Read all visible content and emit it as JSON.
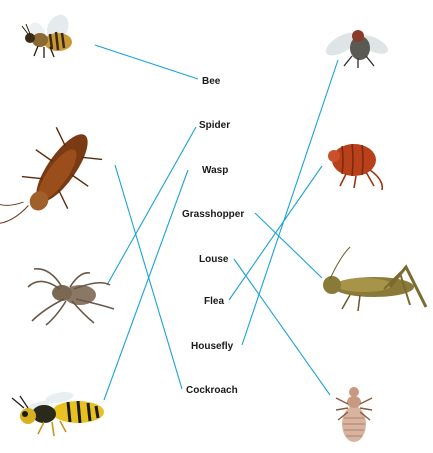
{
  "labels": {
    "bee": "Bee",
    "spider": "Spider",
    "wasp": "Wasp",
    "grasshopper": "Grasshopper",
    "louse": "Louse",
    "flea": "Flea",
    "housefly": "Housefly",
    "cockroach": "Cockroach"
  },
  "left_pictures": [
    "bee",
    "cockroach",
    "spider",
    "wasp"
  ],
  "right_pictures": [
    "housefly",
    "flea",
    "grasshopper",
    "louse"
  ],
  "connections": [
    {
      "picture": "bee",
      "label": "bee"
    },
    {
      "picture": "spider",
      "label": "spider"
    },
    {
      "picture": "wasp",
      "label": "wasp"
    },
    {
      "picture": "grasshopper",
      "label": "grasshopper"
    },
    {
      "picture": "louse",
      "label": "louse"
    },
    {
      "picture": "flea",
      "label": "flea"
    },
    {
      "picture": "housefly",
      "label": "housefly"
    },
    {
      "picture": "cockroach",
      "label": "cockroach"
    }
  ],
  "colors": {
    "line": "#1aa3d8",
    "text": "#1a1a1a"
  }
}
